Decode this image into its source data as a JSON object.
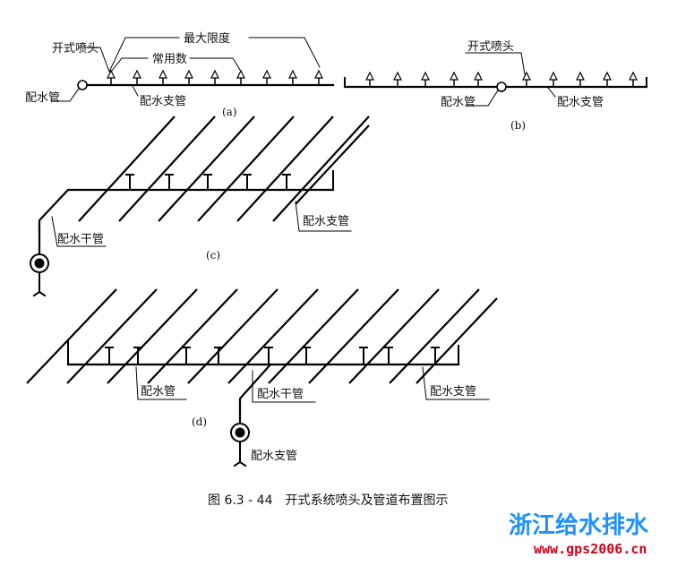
{
  "diagram_a": {
    "label_open_sprinkler": "开式喷头",
    "label_max_limit": "最大限度",
    "label_normal_count": "常用数",
    "label_main": "配水管",
    "label_branch": "配水支管",
    "sub": "(a)"
  },
  "diagram_b": {
    "label_open_sprinkler": "开式喷头",
    "label_main": "配水管",
    "label_branch": "配水支管",
    "sub": "(b)"
  },
  "diagram_c": {
    "label_trunk": "配水干管",
    "label_branch": "配水支管",
    "sub": "(c)"
  },
  "diagram_d": {
    "label_main": "配水管",
    "label_trunk": "配水干管",
    "label_branch_right": "配水支管",
    "label_branch_riser": "配水支管",
    "sub": "(d)"
  },
  "caption": "图 6.3 - 44　开式系统喷头及管道布置图示",
  "watermark": {
    "name": "浙江给水排水",
    "url": "www.gps2006.cn"
  },
  "colors": {
    "line": "#000000",
    "watermark_name": "#1e90ff",
    "watermark_url": "#d0021b"
  }
}
